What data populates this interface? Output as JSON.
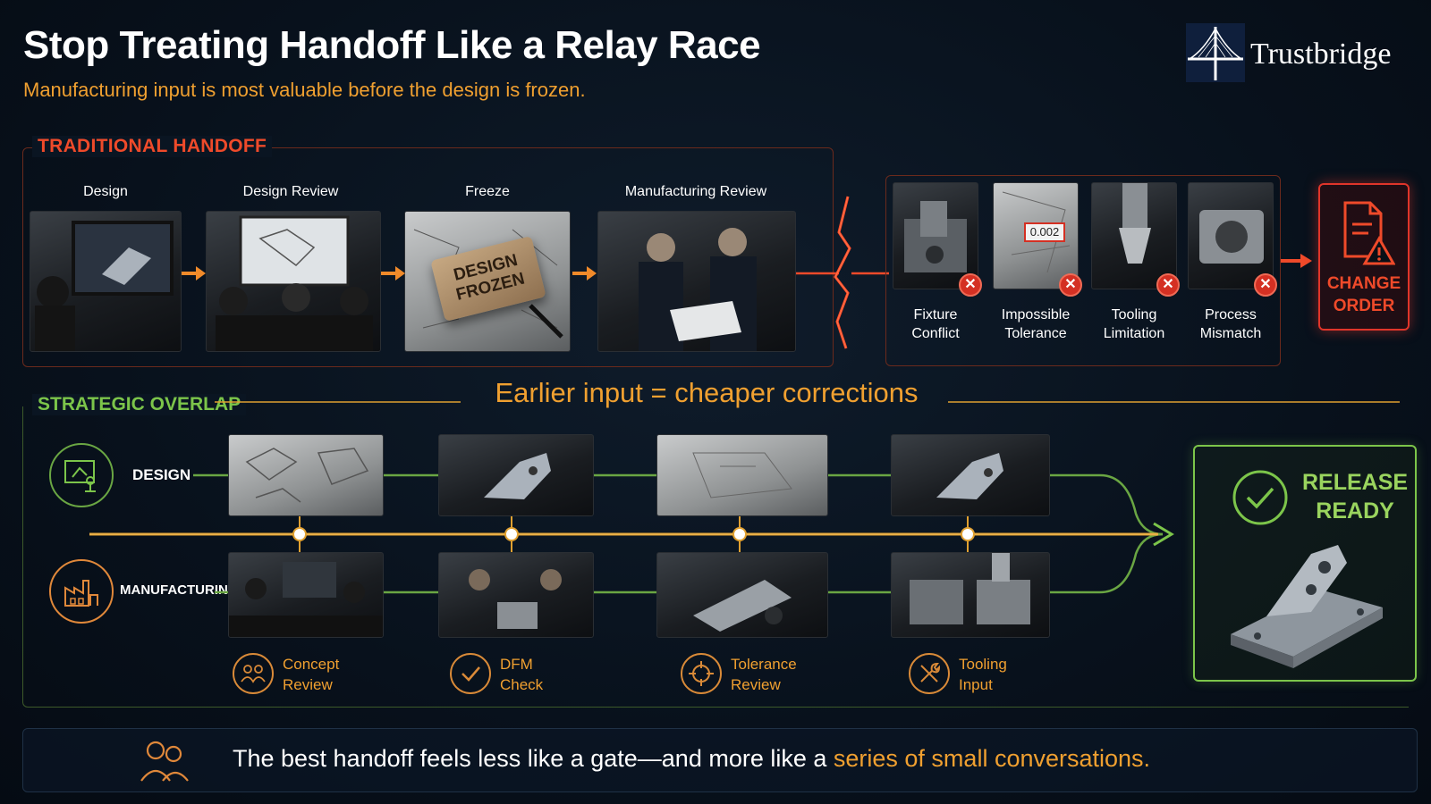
{
  "header": {
    "title": "Stop Treating Handoff Like a Relay Race",
    "subtitle": "Manufacturing input is most valuable before the design is frozen.",
    "logo_text": "Trustbridge"
  },
  "traditional": {
    "label": "TRADITIONAL HANDOFF",
    "stages": [
      {
        "label": "Design"
      },
      {
        "label": "Design Review"
      },
      {
        "label": "Freeze",
        "sign_text_1": "DESIGN",
        "sign_text_2": "FROZEN"
      },
      {
        "label": "Manufacturing Review"
      }
    ],
    "issues": [
      {
        "line1": "Fixture",
        "line2": "Conflict"
      },
      {
        "line1": "Impossible",
        "line2": "Tolerance",
        "callout": "0.002"
      },
      {
        "line1": "Tooling",
        "line2": "Limitation"
      },
      {
        "line1": "Process",
        "line2": "Mismatch"
      }
    ],
    "outcome": {
      "line1": "CHANGE",
      "line2": "ORDER"
    }
  },
  "strategic": {
    "label": "STRATEGIC OVERLAP",
    "tagline": "Earlier input = cheaper corrections",
    "lanes": {
      "design": "DESIGN",
      "manufacturing": "MANUFACTURING"
    },
    "conversations": [
      {
        "line1": "Concept",
        "line2": "Review"
      },
      {
        "line1": "DFM",
        "line2": "Check"
      },
      {
        "line1": "Tolerance",
        "line2": "Review"
      },
      {
        "line1": "Tooling",
        "line2": "Input"
      }
    ],
    "result": {
      "line1": "RELEASE",
      "line2": "READY"
    }
  },
  "quote": {
    "main": "The best handoff feels less like a gate—and more like a ",
    "highlight": "series of small conversations."
  },
  "colors": {
    "warning_red": "#e0352a",
    "accent_orange": "#f0a030",
    "success_green": "#7cc54a"
  }
}
